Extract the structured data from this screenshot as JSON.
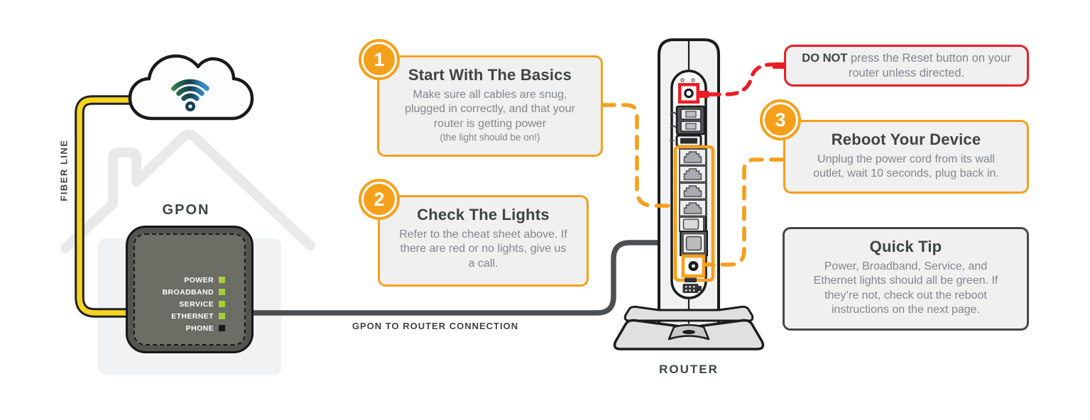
{
  "palette": {
    "accent_orange": "#F5A01B",
    "warning_red": "#EC1C24",
    "heading_dark": "#3F4442",
    "body_gray": "#84868A",
    "box_background": "#F0F0F1",
    "led_green": "#AACE3B",
    "fiber_yellow": "#F7D41F",
    "cable_gray": "#4D4E50"
  },
  "labels": {
    "fiber_line": "FIBER LINE",
    "gpon": "GPON",
    "connection": "GPON TO ROUTER CONNECTION",
    "router": "ROUTER"
  },
  "gpon": {
    "leds": [
      {
        "label": "POWER",
        "state": "green"
      },
      {
        "label": "BROADBAND",
        "state": "green"
      },
      {
        "label": "SERVICE",
        "state": "green"
      },
      {
        "label": "ETHERNET",
        "state": "green"
      },
      {
        "label": "PHONE",
        "state": "off"
      }
    ]
  },
  "steps": [
    {
      "number": "1",
      "title": "Start With The Basics",
      "body": "Make sure all cables are snug, plugged in correctly, and that your router is getting power",
      "note": "(the light should be on!)"
    },
    {
      "number": "2",
      "title": "Check The Lights",
      "body": "Refer to the cheat sheet above. If there are red or no lights, give us a call."
    },
    {
      "number": "3",
      "title": "Reboot Your Device",
      "body": "Unplug the power cord from its wall outlet, wait 10 seconds, plug back in."
    }
  ],
  "warning": {
    "emphasis": "DO NOT",
    "text": " press the Reset button on your router unless directed."
  },
  "quick_tip": {
    "title": "Quick Tip",
    "body": "Power, Broadband, Service, and Ethernet lights should all be green. If they’re not, check out the reboot instructions on the next page."
  }
}
